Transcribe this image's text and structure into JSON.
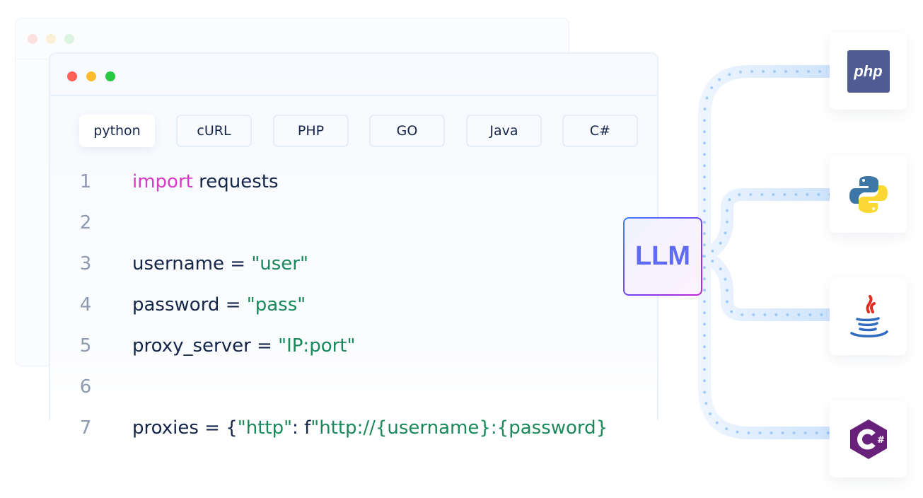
{
  "tabs": [
    "python",
    "cURL",
    "PHP",
    "GO",
    "Java",
    "C#"
  ],
  "active_tab": "python",
  "code_lines": [
    {
      "n": "1",
      "parts": [
        {
          "t": "import",
          "c": "kw"
        },
        {
          "t": " requests",
          "c": ""
        }
      ]
    },
    {
      "n": "2",
      "parts": []
    },
    {
      "n": "3",
      "parts": [
        {
          "t": "username = ",
          "c": ""
        },
        {
          "t": "\"user\"",
          "c": "str"
        }
      ]
    },
    {
      "n": "4",
      "parts": [
        {
          "t": "password = ",
          "c": ""
        },
        {
          "t": "\"pass\"",
          "c": "str"
        }
      ]
    },
    {
      "n": "5",
      "parts": [
        {
          "t": "proxy_server = ",
          "c": ""
        },
        {
          "t": "\"IP:port\"",
          "c": "str"
        }
      ]
    },
    {
      "n": "6",
      "parts": []
    },
    {
      "n": "7",
      "parts": [
        {
          "t": "proxies = {",
          "c": ""
        },
        {
          "t": "\"http\"",
          "c": "str"
        },
        {
          "t": ": f",
          "c": ""
        },
        {
          "t": "\"http://{username}:{password}",
          "c": "str"
        }
      ]
    }
  ],
  "llm_label": "LLM",
  "language_icons": [
    "php",
    "python",
    "java",
    "csharp"
  ],
  "php_logo_text": "php",
  "colors": {
    "keyword": "#d63ac6",
    "string": "#18895a",
    "text": "#14254a",
    "php": "#4f5b93",
    "csharp": "#68217a"
  }
}
